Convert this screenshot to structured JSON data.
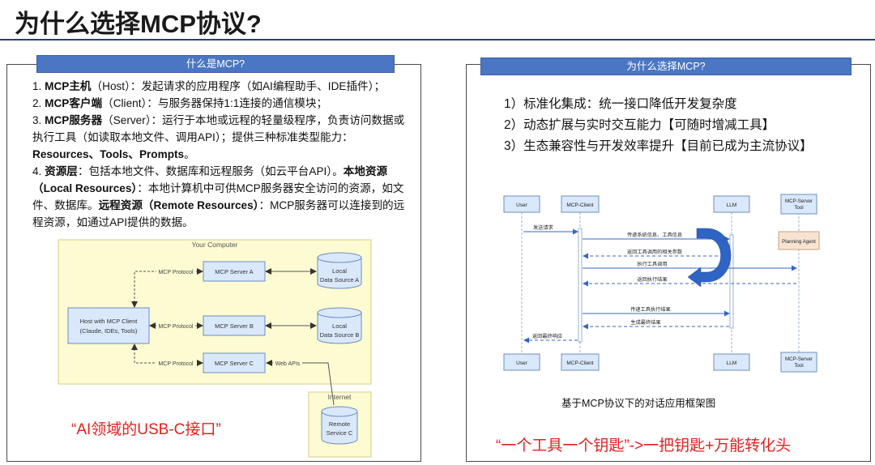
{
  "page": {
    "title": "为什么选择MCP协议?"
  },
  "left_panel": {
    "header": "什么是MCP?",
    "items": {
      "i1_num": "1. ",
      "i1_term": "MCP主机",
      "i1_text": "（Host）：发起请求的应用程序（如AI编程助手、IDE插件）；",
      "i2_num": "2. ",
      "i2_term": "MCP客户端",
      "i2_text": "（Client）：与服务器保持1:1连接的通信模块；",
      "i3_num": "3. ",
      "i3_term": "MCP服务器",
      "i3_text": "（Server）：运行于本地或远程的轻量级程序，负责访问数据或执行工具（如读取本地文件、调用API）；提供三种标准类型能力：",
      "i3_caps": "Resources、Tools、Prompts",
      "i3_end": "。",
      "i4_num": "4. ",
      "i4_term": "资源层",
      "i4_text1": "：包括本地文件、数据库和远程服务（如云平台API）。",
      "i4_local": "本地资源（Local Resources）",
      "i4_text2": "：本地计算机中可供MCP服务器安全访问的资源，如文件、数据库。",
      "i4_remote": "远程资源（Remote Resources）",
      "i4_text3": "：MCP服务器可以连接到的远程资源，如通过API提供的数据。"
    },
    "diagram": {
      "computer_label": "Your Computer",
      "internet_label": "Internet",
      "host_line1": "Host with MCP Client",
      "host_line2": "(Claude, IDEs, Tools)",
      "server_a": "MCP Server A",
      "server_b": "MCP Server B",
      "server_c": "MCP Server C",
      "protocol_label": "MCP Protocol",
      "local_a_1": "Local",
      "local_a_2": "Data Source A",
      "local_b_1": "Local",
      "local_b_2": "Data Source B",
      "web_apis": "Web APIs",
      "remote_1": "Remote",
      "remote_2": "Service C"
    },
    "slogan": "“AI领域的USB-C接口”"
  },
  "right_panel": {
    "header": "为什么选择MCP?",
    "reasons": [
      "1）标准化集成：统一接口降低开发复杂度",
      "2）动态扩展与实时交互能力【可随时增减工具】",
      "3）生态兼容性与开发效率提升【目前已成为主流协议】"
    ],
    "sequence": {
      "participants": [
        "User",
        "MCP-Client",
        "LLM",
        "MCP-Server\nTool"
      ],
      "planning_agent": "Planning Agent",
      "messages": [
        "发送请求",
        "传递系统信息、工具信息",
        "返回工具调用的相关参数",
        "执行工具调用",
        "返回执行结果",
        "传递工具执行结果",
        "生成最终结果",
        "返回最终响应"
      ]
    },
    "caption": "基于MCP协议下的对话应用框架图",
    "slogan": "“一个工具一个钥匙”->一把钥匙+万能转化头"
  },
  "colors": {
    "header_blue": "#4a76c3",
    "title_rule": "#2b3e7a",
    "slogan_red": "#e6201f",
    "computer_bg": "#fdfbd2",
    "box_blue": "#dae8fc",
    "planning_bg": "#f8e3d3",
    "curved_arrow": "#2f64c4"
  }
}
